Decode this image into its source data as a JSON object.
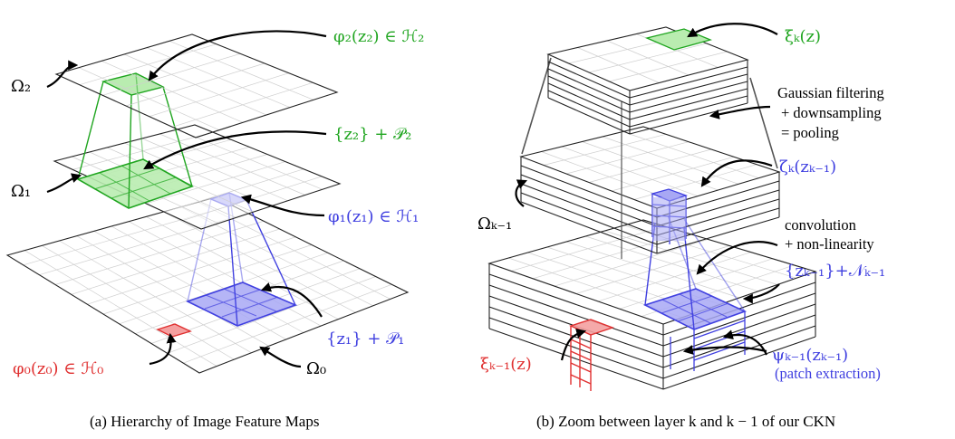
{
  "colors": {
    "green": "#1fa51f",
    "green_fill": "#b9ecb0",
    "blue": "#4040e0",
    "blue_fill": "#a8a8f4",
    "red": "#e03030",
    "red_fill": "#f4a0a0",
    "black": "#000000"
  },
  "labels_a": {
    "phi2": "φ₂(z₂) ∈ ℋ₂",
    "omega2": "Ω₂",
    "z2p2": "{z₂} + 𝒫₂",
    "omega1": "Ω₁",
    "phi1": "φ₁(z₁) ∈ ℋ₁",
    "z1p1": "{z₁} + 𝒫₁",
    "phi0": "φ₀(z₀) ∈ ℋ₀",
    "omega0": "Ω₀"
  },
  "labels_b": {
    "xik": "ξₖ(z)",
    "gaussian1": "Gaussian filtering",
    "gaussian2": "+ downsampling",
    "gaussian3": "= pooling",
    "zetak": "ζₖ(zₖ₋₁)",
    "omegak1": "Ωₖ₋₁",
    "conv1": "convolution",
    "conv2": "+ non-linearity",
    "zk1nk1": "{zₖ₋₁}+𝒩ₖ₋₁",
    "xik1": "ξₖ₋₁(z)",
    "psik1": "ψₖ₋₁(zₖ₋₁)",
    "patch": "(patch extraction)"
  },
  "captions": {
    "a": "(a) Hierarchy of Image Feature Maps",
    "b": "(b) Zoom between layer k and k − 1 of our CKN"
  }
}
